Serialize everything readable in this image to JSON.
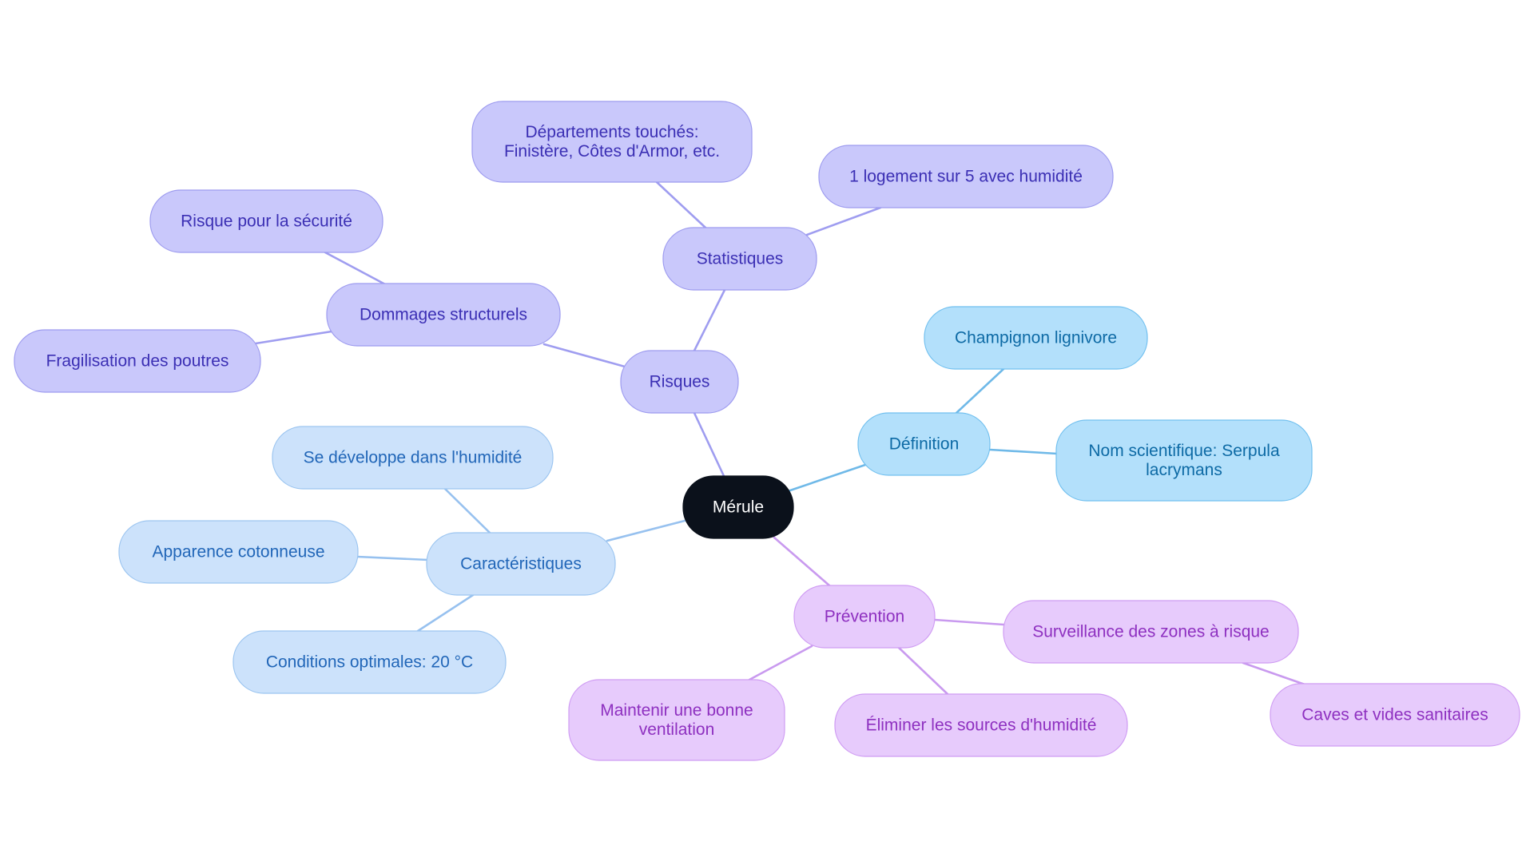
{
  "colors": {
    "root_fill": "#0b111b",
    "root_text": "#ffffff",
    "risques_fill": "#c9c8fb",
    "risques_stroke": "#9d9bef",
    "risques_text": "#3b2fb4",
    "risques_edge": "#9f9df0",
    "definition_fill": "#b3e0fb",
    "definition_stroke": "#72c0ef",
    "definition_text": "#0d6aa5",
    "definition_edge": "#6fb9e8",
    "caracteristiques_fill": "#cce2fb",
    "caracteristiques_stroke": "#9cc5f0",
    "caracteristiques_text": "#2166b8",
    "caracteristiques_edge": "#97c1ef",
    "prevention_fill": "#e7cbfc",
    "prevention_stroke": "#cf9cf3",
    "prevention_text": "#8e30c0",
    "prevention_edge": "#c99aef"
  },
  "root": {
    "label": [
      "Mérule"
    ]
  },
  "branches": {
    "risques": {
      "label": [
        "Risques"
      ],
      "children": {
        "statistiques": {
          "label": [
            "Statistiques"
          ],
          "children": {
            "departements": {
              "label": [
                "Départements touchés:",
                "Finistère, Côtes d'Armor, etc."
              ]
            },
            "logement": {
              "label": [
                "1 logement sur 5 avec humidité"
              ]
            }
          }
        },
        "dommages": {
          "label": [
            "Dommages structurels"
          ],
          "children": {
            "securite": {
              "label": [
                "Risque pour la sécurité"
              ]
            },
            "poutres": {
              "label": [
                "Fragilisation des poutres"
              ]
            }
          }
        }
      }
    },
    "definition": {
      "label": [
        "Définition"
      ],
      "children": {
        "champignon": {
          "label": [
            "Champignon lignivore"
          ]
        },
        "nom": {
          "label": [
            "Nom scientifique: Serpula",
            "lacrymans"
          ]
        }
      }
    },
    "caracteristiques": {
      "label": [
        "Caractéristiques"
      ],
      "children": {
        "humidite": {
          "label": [
            "Se développe dans l'humidité"
          ]
        },
        "apparence": {
          "label": [
            "Apparence cotonneuse"
          ]
        },
        "conditions": {
          "label": [
            "Conditions optimales: 20 °C"
          ]
        }
      }
    },
    "prevention": {
      "label": [
        "Prévention"
      ],
      "children": {
        "surveillance": {
          "label": [
            "Surveillance des zones à risque"
          ],
          "children": {
            "caves": {
              "label": [
                "Caves et vides sanitaires"
              ]
            }
          }
        },
        "ventilation": {
          "label": [
            "Maintenir une bonne",
            "ventilation"
          ]
        },
        "eliminer": {
          "label": [
            "Éliminer les sources d'humidité"
          ]
        }
      }
    }
  }
}
